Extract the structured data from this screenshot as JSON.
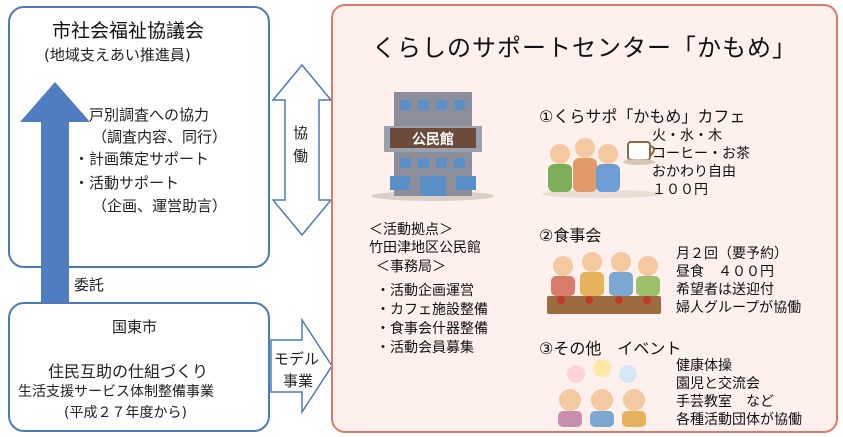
{
  "council": {
    "title": "市社会福祉協議会",
    "subtitle": "(地域支えあい推進員)",
    "items": [
      "・戸別調査への協力",
      "（調査内容、同行）",
      "・計画策定サポート",
      "・活動サポート",
      "（企画、運営助言）"
    ]
  },
  "collab": {
    "char1": "協",
    "char2": "働"
  },
  "commission": "委託",
  "city": {
    "title": "国東市",
    "line1": "住民互助の仕組づくり",
    "line2": "生活支援サービス体制整備事業",
    "line3": "(平成２７年度から)"
  },
  "model": {
    "line1": "モデル",
    "line2": "事業"
  },
  "center": {
    "title": "くらしのサポートセンター「かもめ」",
    "building_sign": "公民館",
    "base_label": "＜活動拠点＞",
    "base_name": "竹田津地区公民館",
    "office_label": "＜事務局＞",
    "office_items": [
      "・活動企画運営",
      "・カフェ施設整備",
      "・食事会什器整備",
      "・活動会員募集"
    ],
    "cafe": {
      "heading": "①くらサポ「かもめ」カフェ",
      "details": [
        "火・水・木",
        "コーヒー・お茶",
        "おかわり自由",
        "１００円"
      ]
    },
    "meal": {
      "heading": "②食事会",
      "details": [
        "月２回（要予約）",
        "昼食　４００円",
        "希望者は送迎付",
        "婦人グループが協働"
      ]
    },
    "other": {
      "heading": "③その他　イベント",
      "details": [
        "健康体操",
        "園児と交流会",
        "手芸教室　など",
        "各種活動団体が協働"
      ]
    }
  },
  "colors": {
    "blue": "#4a7bb7",
    "pink_border": "#e0786a",
    "pink_fill": "#fdf0ed",
    "arrow": "#4f7dbf"
  }
}
